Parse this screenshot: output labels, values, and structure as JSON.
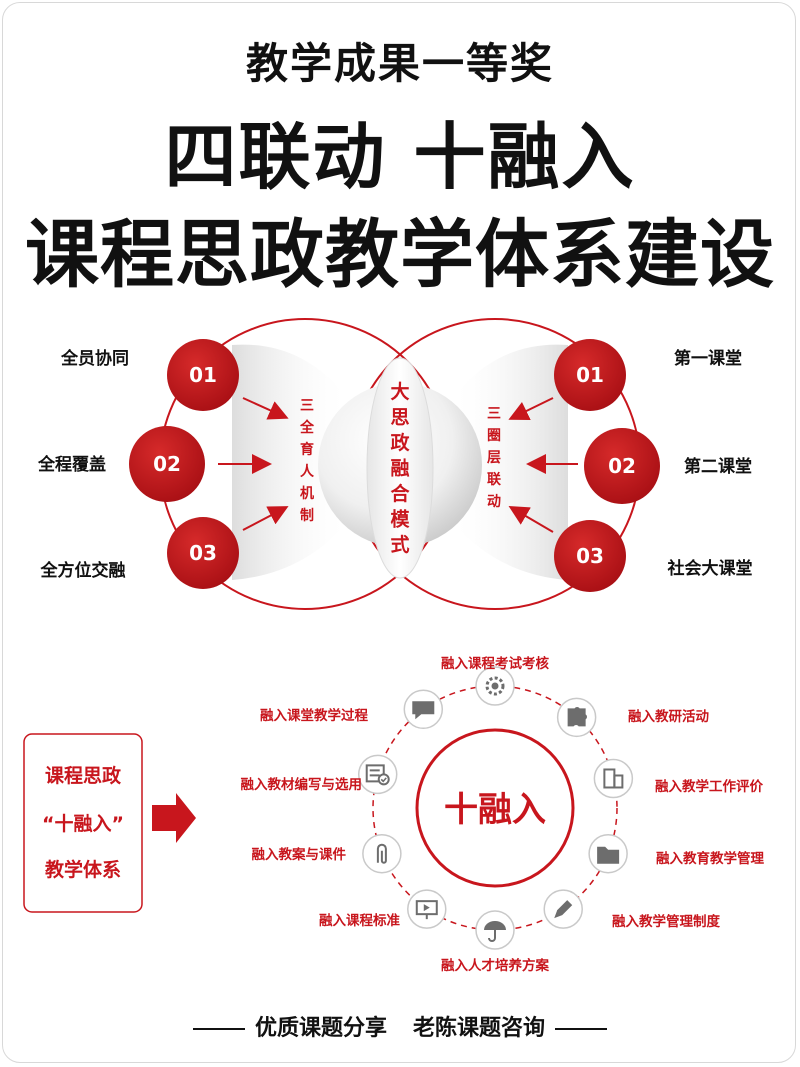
{
  "title": {
    "line1": "教学成果一等奖",
    "line2": "四联动 十融入",
    "line3": "课程思政教学体系建设"
  },
  "venn": {
    "center_label": "大思政融合模式",
    "left_label": "三全育人机制",
    "right_label": "三圈层联动",
    "left_items": [
      {
        "num": "01",
        "label": "全员协同"
      },
      {
        "num": "02",
        "label": "全程覆盖"
      },
      {
        "num": "03",
        "label": "全方位交融"
      }
    ],
    "right_items": [
      {
        "num": "01",
        "label": "第一课堂"
      },
      {
        "num": "02",
        "label": "第二课堂"
      },
      {
        "num": "03",
        "label": "社会大课堂"
      }
    ]
  },
  "ring": {
    "box_line1": "课程思政",
    "box_line2": "“十融入”",
    "box_line3": "教学体系",
    "center": "十融入",
    "items": [
      {
        "label": "融入课程考试考核",
        "icon": "gear-icon"
      },
      {
        "label": "融入教研活动",
        "icon": "puzzle-icon"
      },
      {
        "label": "融入教学工作评价",
        "icon": "building-icon"
      },
      {
        "label": "融入教育教学管理",
        "icon": "folder-icon"
      },
      {
        "label": "融入教学管理制度",
        "icon": "pencil-icon"
      },
      {
        "label": "融入人才培养方案",
        "icon": "umbrella-icon"
      },
      {
        "label": "融入课程标准",
        "icon": "presentation-icon"
      },
      {
        "label": "融入教案与课件",
        "icon": "paperclip-icon"
      },
      {
        "label": "融入教材编写与选用",
        "icon": "checklist-icon"
      },
      {
        "label": "融入课堂教学过程",
        "icon": "chat-icon"
      }
    ]
  },
  "footer": {
    "left": "优质课题分享",
    "right": "老陈课题咨询"
  },
  "colors": {
    "accent": "#c8161d",
    "dark_red": "#b5121b"
  }
}
